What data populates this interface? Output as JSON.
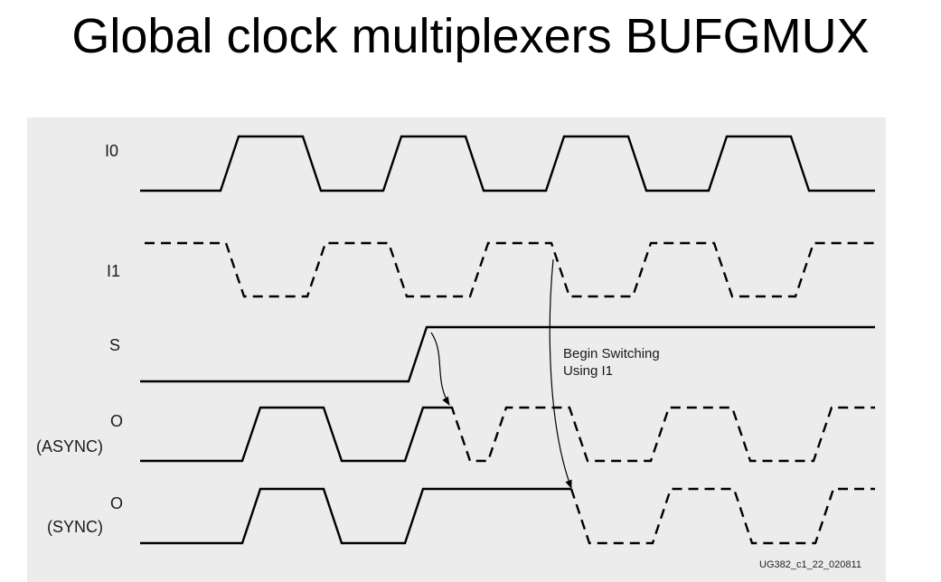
{
  "title": "Global clock multiplexers BUFGMUX",
  "signals": {
    "i0": {
      "label": "I0"
    },
    "i1": {
      "label": "I1"
    },
    "s": {
      "label": "S"
    },
    "o_async": {
      "label_line1": "O",
      "label_line2": "(ASYNC)"
    },
    "o_sync": {
      "label_line1": "O",
      "label_line2": "(SYNC)"
    }
  },
  "annotation": {
    "line1": "Begin Switching",
    "line2": "Using I1"
  },
  "figure_id": "UG382_c1_22_020811"
}
